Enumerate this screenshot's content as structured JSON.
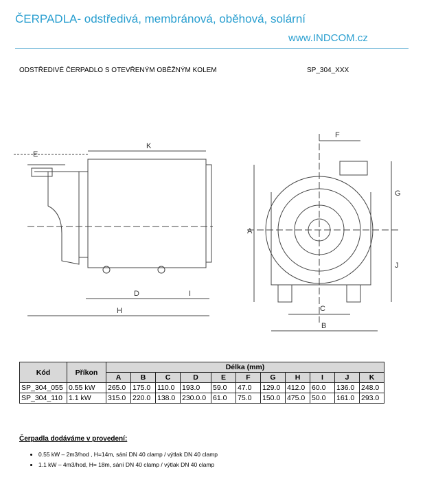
{
  "header": {
    "title": "ČERPADLA- odstředivá, membránová, oběhová, solární",
    "url": "www.INDCOM.cz"
  },
  "subheader": {
    "description": "ODSTŘEDIVÉ ČERPADLO S OTEVŘENÝM OBĚŽNÝM KOLEM",
    "model": "SP_304_XXX"
  },
  "drawing": {
    "side_labels": [
      "E",
      "K",
      "D",
      "I",
      "H"
    ],
    "front_labels": [
      "F",
      "A",
      "G",
      "J",
      "C",
      "B"
    ]
  },
  "table": {
    "col_kod": "Kód",
    "col_prikon": "Příkon",
    "col_group": "Délka (mm)",
    "dims": [
      "A",
      "B",
      "C",
      "D",
      "E",
      "F",
      "G",
      "H",
      "I",
      "J",
      "K"
    ],
    "rows": [
      {
        "kod": "SP_304_055",
        "prikon": "0.55 kW",
        "values": [
          "265.0",
          "175.0",
          "110.0",
          "193.0",
          "59.0",
          "47.0",
          "129.0",
          "412.0",
          "60.0",
          "136.0",
          "248.0"
        ]
      },
      {
        "kod": "SP_304_110",
        "prikon": "1.1 kW",
        "values": [
          "315.0",
          "220.0",
          "138.0",
          "230.0.0",
          "61.0",
          "75.0",
          "150.0",
          "475.0",
          "50.0",
          "161.0",
          "293.0"
        ]
      }
    ]
  },
  "notes": {
    "heading": "Čerpadla dodáváme v provedení:",
    "items": [
      "0.55 kW – 2m3/hod , H=14m, sání DN 40 clamp / výtlak DN 40 clamp",
      "1.1 kW – 4m3/hod, H= 18m, sání DN 40 clamp / výtlak DN 40 clamp"
    ]
  }
}
